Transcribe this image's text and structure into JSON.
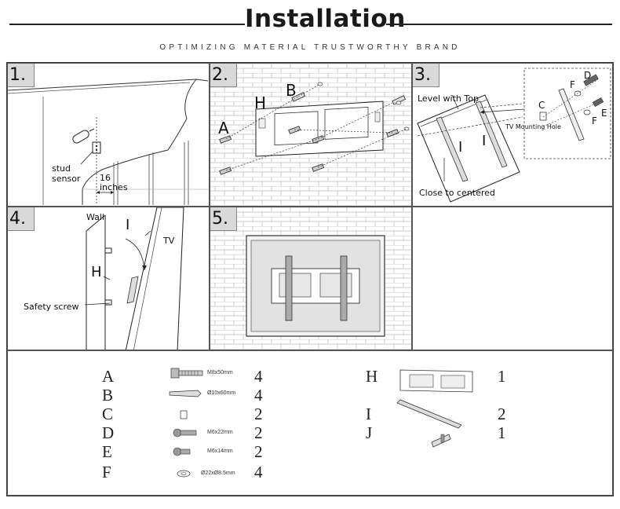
{
  "header": {
    "title": "Installation",
    "subtitle": "OPTIMIZING MATERIAL TRUSTWORTHY BRAND"
  },
  "steps": [
    {
      "num": "1.",
      "labels": {
        "sensor": "stud\nsensor",
        "dist": "16\ninches"
      }
    },
    {
      "num": "2.",
      "labels": {
        "a": "A",
        "b": "B",
        "h": "H"
      }
    },
    {
      "num": "3.",
      "labels": {
        "level": "Level with Top",
        "close": "Close to centered",
        "hole": "TV Mounting Hole",
        "c": "C",
        "d": "D",
        "e": "E",
        "f1": "F",
        "f2": "F",
        "i1": "I",
        "i2": "I"
      }
    },
    {
      "num": "4.",
      "labels": {
        "wall": "Wall",
        "tv": "TV",
        "i": "I",
        "h": "H",
        "safety": "Safety screw"
      }
    },
    {
      "num": "5.",
      "labels": {}
    }
  ],
  "parts_left": [
    {
      "letter": "A",
      "spec": "M8x50mm",
      "qty": "4",
      "icon": "lag-bolt-icon"
    },
    {
      "letter": "B",
      "spec": "Ø10x60mm",
      "qty": "4",
      "icon": "wall-anchor-icon"
    },
    {
      "letter": "C",
      "spec": "",
      "qty": "2",
      "icon": "spacer-icon"
    },
    {
      "letter": "D",
      "spec": "M6x22mm",
      "qty": "2",
      "icon": "screw-long-icon"
    },
    {
      "letter": "E",
      "spec": "M6x14mm",
      "qty": "2",
      "icon": "screw-short-icon"
    },
    {
      "letter": "F",
      "spec": "Ø22xØ8.5mm",
      "qty": "4",
      "icon": "washer-icon"
    }
  ],
  "parts_right": [
    {
      "letter": "H",
      "qty": "1",
      "icon": "wall-plate-icon"
    },
    {
      "letter": "I",
      "qty": "2",
      "icon": "tv-bracket-arm-icon"
    },
    {
      "letter": "J",
      "qty": "1",
      "icon": "clip-icon"
    }
  ]
}
